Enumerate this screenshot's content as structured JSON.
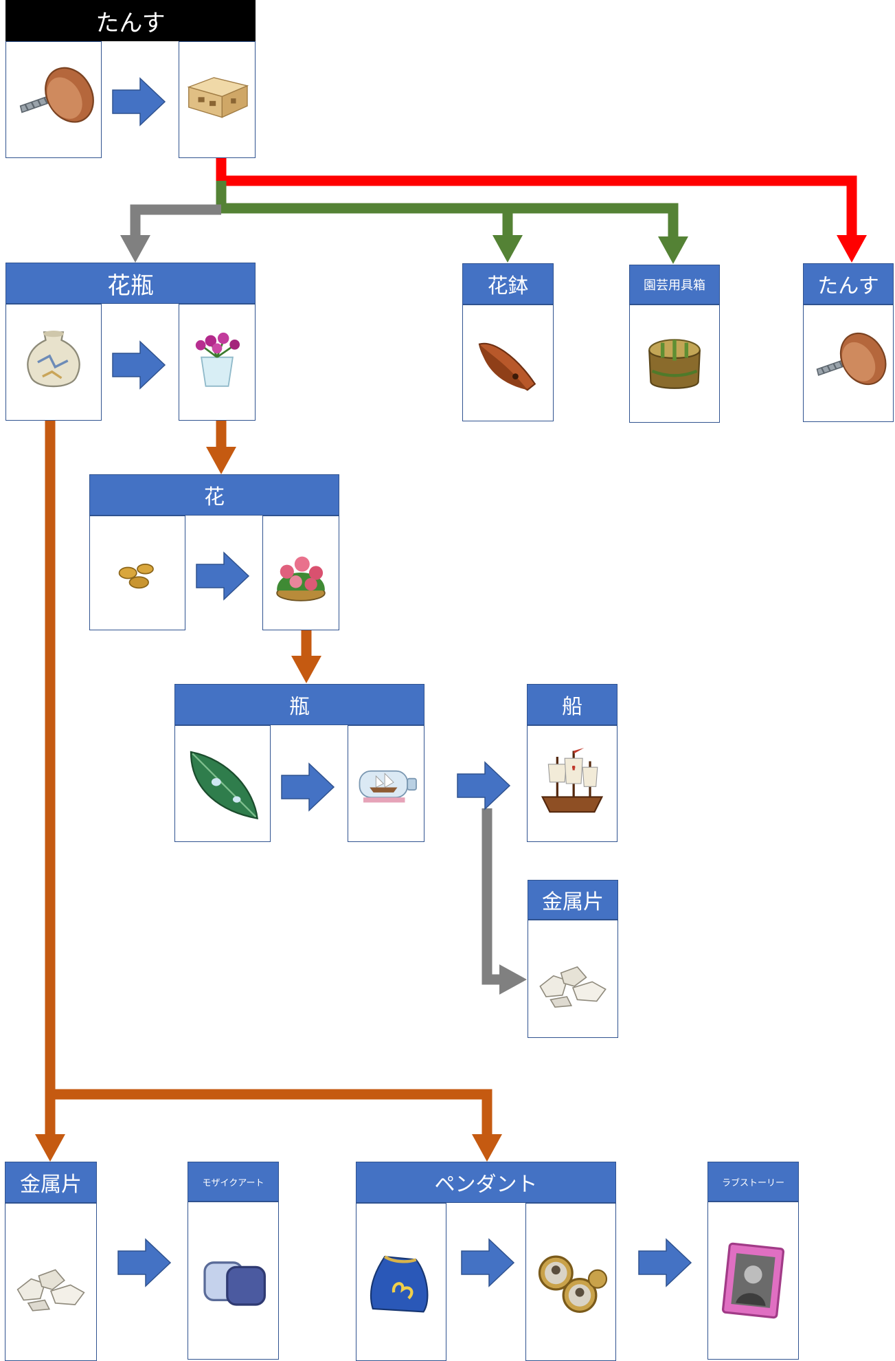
{
  "groups": {
    "tansu_top": {
      "title": "たんす",
      "items": [
        "screw-icon",
        "wood-box-icon"
      ]
    },
    "kabin": {
      "title": "花瓶",
      "items": [
        "cracked-vase-icon",
        "flower-vase-icon"
      ]
    },
    "hachi": {
      "title": "花鉢",
      "items": [
        "clay-pot-icon"
      ]
    },
    "engei": {
      "title": "園芸用具箱",
      "items": [
        "garden-tool-box-icon"
      ]
    },
    "tansu_right": {
      "title": "たんす",
      "items": [
        "screw-icon"
      ]
    },
    "hana": {
      "title": "花",
      "items": [
        "seeds-icon",
        "flower-bouquet-icon"
      ]
    },
    "bin": {
      "title": "瓶",
      "items": [
        "leaf-icon",
        "ship-bottle-icon"
      ]
    },
    "fune": {
      "title": "船",
      "items": [
        "sailing-ship-icon"
      ]
    },
    "kinzoku_right": {
      "title": "金属片",
      "items": [
        "metal-fragments-icon"
      ]
    },
    "kinzoku_bottom": {
      "title": "金属片",
      "items": [
        "metal-fragments-icon"
      ]
    },
    "mosaic": {
      "title": "モザイクアート",
      "items": [
        "mosaic-tiles-icon"
      ]
    },
    "pendant": {
      "title": "ペンダント",
      "items": [
        "blue-pouch-icon",
        "locket-icon"
      ]
    },
    "lovestory": {
      "title": "ラブストーリー",
      "items": [
        "portrait-frame-icon"
      ]
    }
  },
  "colors": {
    "header_blue": "#4472c4",
    "arrow_blue": "#4472c4",
    "connector_red": "#ff0000",
    "connector_green": "#548235",
    "connector_gray": "#808080",
    "connector_orange": "#c55a11"
  }
}
